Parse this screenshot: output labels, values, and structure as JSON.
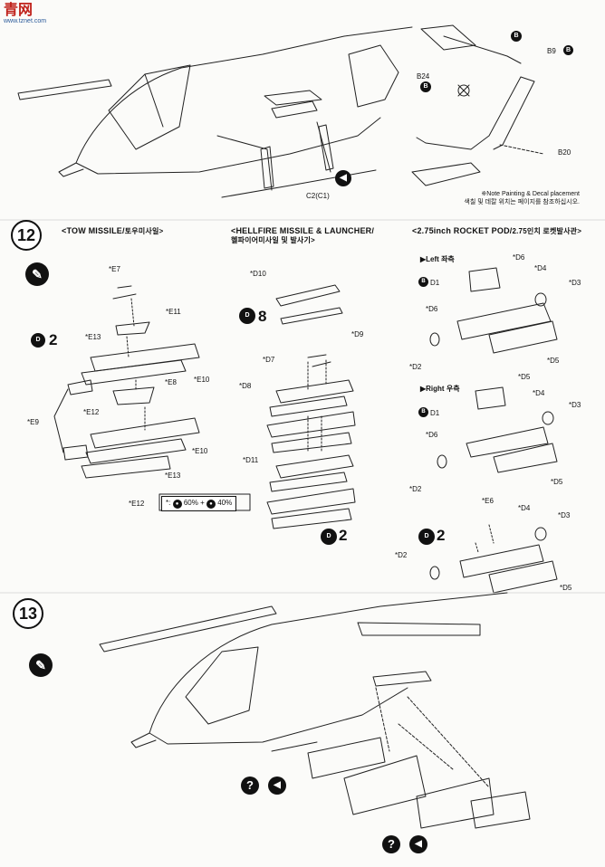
{
  "watermark": {
    "brand": "青网",
    "site": "www.tznet.com"
  },
  "top": {
    "parts": [
      "B24",
      "B9",
      "B20",
      "C2(C1)"
    ],
    "note_en": "※Note Painting & Decal placement",
    "note_ko": "색칠 및 데칼 위치는 페이지를 참조하십시오."
  },
  "step12": {
    "number": "12",
    "sections": {
      "tow": {
        "title": "<TOW MISSILE/",
        "title_ko": "토우미사일>"
      },
      "hellfire": {
        "title": "<HELLFIRE MISSILE & LAUNCHER/",
        "title_ko": "헬파이어미사일 및 발사기>"
      },
      "rocket": {
        "title": "<2.75inch ROCKET POD/",
        "title_ko": "2.75인치 로켓발사관>"
      }
    },
    "counts": {
      "tow": "2",
      "hellfire_top": "8",
      "hellfire_bottom": "2",
      "rocket": "2"
    },
    "tow_labels": {
      "e7": "*E7",
      "e11": "*E11",
      "e13a": "*E13",
      "e8": "*E8",
      "e10a": "*E10",
      "e12a": "*E12",
      "e9": "*E9",
      "e10b": "*E10",
      "e13b": "*E13",
      "e12b": "*E12"
    },
    "mix": {
      "prefix": "*:",
      "a": "60%",
      "plus": "+",
      "b": "40%"
    },
    "hellfire_labels": {
      "d10": "*D10",
      "d9": "*D9",
      "d7": "*D7",
      "d8": "*D8",
      "d11": "*D11"
    },
    "rocket_left": {
      "title": "▶Left",
      "title_ko": "좌측",
      "d1": "D1",
      "d6a": "*D6",
      "d4": "*D4",
      "d3": "*D3",
      "d6b": "*D6",
      "d2": "*D2",
      "d5": "*D5"
    },
    "rocket_right": {
      "title": "▶Right",
      "title_ko": "우측",
      "d1": "D1",
      "d5a": "*D5",
      "d4": "*D4",
      "d3": "*D3",
      "d6": "*D6",
      "d2": "*D2",
      "d5b": "*D5"
    },
    "rocket_bottom": {
      "e6": "*E6",
      "d4": "*D4",
      "d3": "*D3",
      "d2": "*D2",
      "d5": "*D5"
    }
  },
  "step13": {
    "number": "13"
  },
  "icons": [
    "paint-icon",
    "parts-tree-icon",
    "question-icon",
    "direction-icon"
  ]
}
